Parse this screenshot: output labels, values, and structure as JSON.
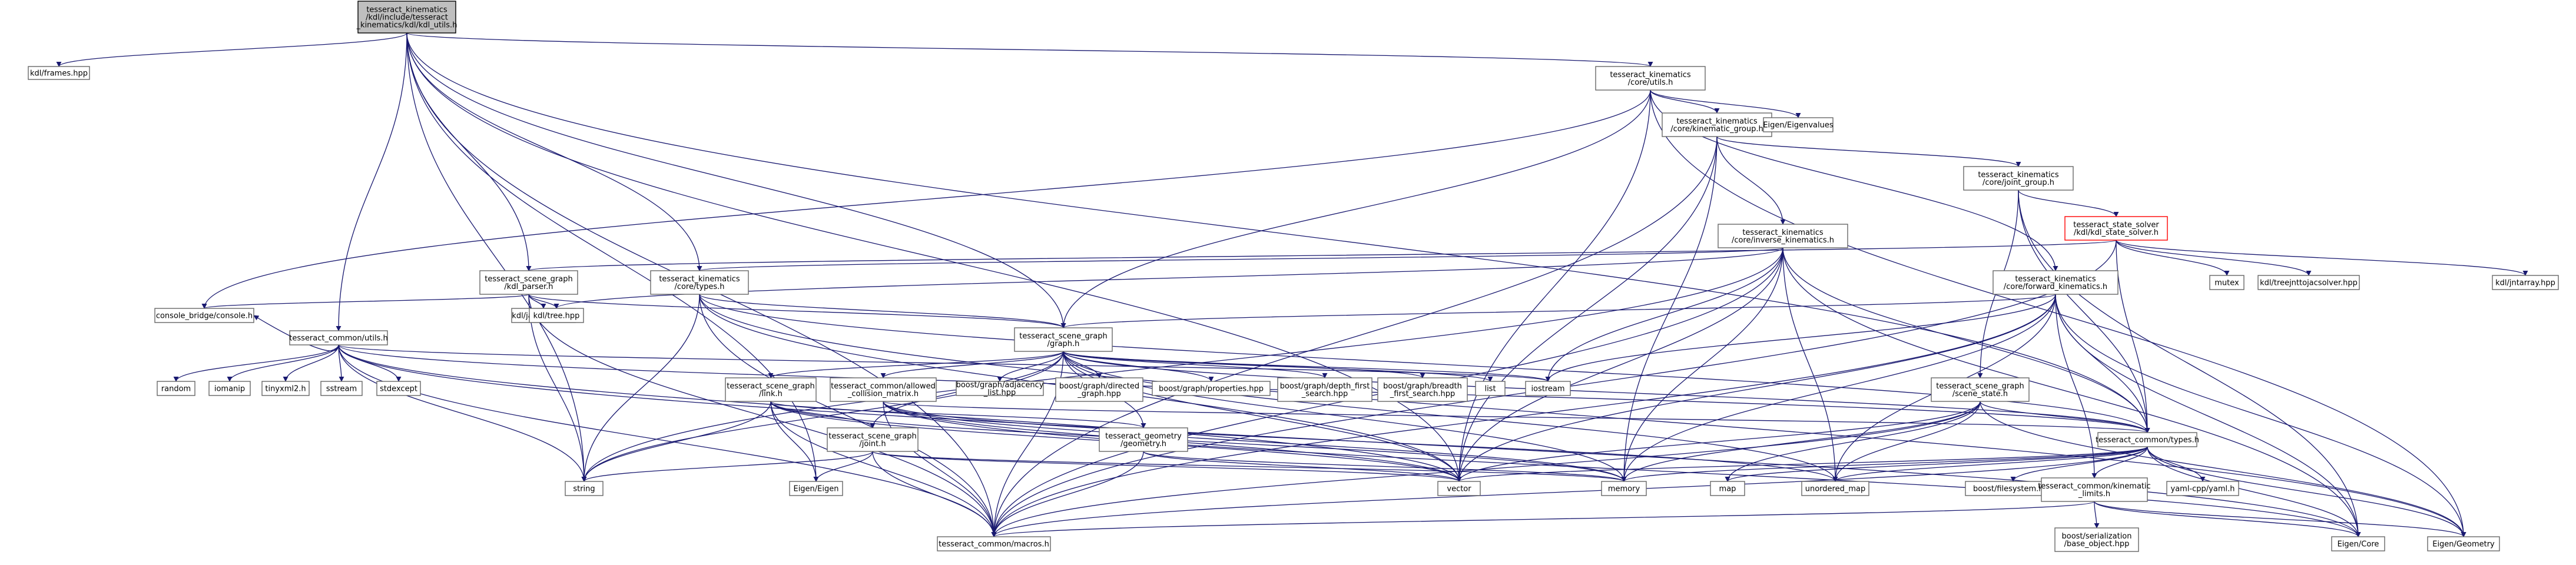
{
  "graph": {
    "edge_color": "#191970",
    "root_fill": "#bfbfbf",
    "nodes": [
      {
        "id": "root",
        "lines": [
          "tesseract_kinematics",
          "/kdl/include/tesseract",
          "_kinematics/kdl/kdl_utils.h"
        ],
        "style": "root"
      },
      {
        "id": "kdl_frames",
        "lines": [
          "kdl/frames.hpp"
        ]
      },
      {
        "id": "core_utils",
        "lines": [
          "tesseract_kinematics",
          "/core/utils.h"
        ]
      },
      {
        "id": "kin_group",
        "lines": [
          "tesseract_kinematics",
          "/core/kinematic_group.h"
        ]
      },
      {
        "id": "eigen_values",
        "lines": [
          "Eigen/Eigenvalues"
        ]
      },
      {
        "id": "joint_group",
        "lines": [
          "tesseract_kinematics",
          "/core/joint_group.h"
        ]
      },
      {
        "id": "kdl_state_solver",
        "lines": [
          "tesseract_state_solver",
          "/kdl/kdl_state_solver.h"
        ],
        "style": "red"
      },
      {
        "id": "inv_kin",
        "lines": [
          "tesseract_kinematics",
          "/core/inverse_kinematics.h"
        ]
      },
      {
        "id": "kdl_parser",
        "lines": [
          "tesseract_scene_graph",
          "/kdl_parser.h"
        ]
      },
      {
        "id": "core_types",
        "lines": [
          "tesseract_kinematics",
          "/core/types.h"
        ]
      },
      {
        "id": "fwd_kin",
        "lines": [
          "tesseract_kinematics",
          "/core/forward_kinematics.h"
        ]
      },
      {
        "id": "mutex",
        "lines": [
          "mutex"
        ]
      },
      {
        "id": "treejnt",
        "lines": [
          "kdl/treejnttojacsolver.hpp"
        ]
      },
      {
        "id": "jntarray",
        "lines": [
          "kdl/jntarray.hpp"
        ]
      },
      {
        "id": "console",
        "lines": [
          "console_bridge/console.h"
        ]
      },
      {
        "id": "jacobian",
        "lines": [
          "kdl/jacobian.hpp"
        ]
      },
      {
        "id": "tree",
        "lines": [
          "kdl/tree.hpp"
        ]
      },
      {
        "id": "common_utils",
        "lines": [
          "tesseract_common/utils.h"
        ]
      },
      {
        "id": "sg_graph",
        "lines": [
          "tesseract_scene_graph",
          "/graph.h"
        ]
      },
      {
        "id": "random",
        "lines": [
          "random"
        ]
      },
      {
        "id": "iomanip",
        "lines": [
          "iomanip"
        ]
      },
      {
        "id": "tinyxml2",
        "lines": [
          "tinyxml2.h"
        ]
      },
      {
        "id": "sstream",
        "lines": [
          "sstream"
        ]
      },
      {
        "id": "stdexcept",
        "lines": [
          "stdexcept"
        ]
      },
      {
        "id": "sg_link",
        "lines": [
          "tesseract_scene_graph",
          "/link.h"
        ]
      },
      {
        "id": "acm",
        "lines": [
          "tesseract_common/allowed",
          "_collision_matrix.h"
        ]
      },
      {
        "id": "adj_list",
        "lines": [
          "boost/graph/adjacency",
          "_list.hpp"
        ]
      },
      {
        "id": "directed_graph",
        "lines": [
          "boost/graph/directed",
          "_graph.hpp"
        ]
      },
      {
        "id": "properties",
        "lines": [
          "boost/graph/properties.hpp"
        ]
      },
      {
        "id": "dfs",
        "lines": [
          "boost/graph/depth_first",
          "_search.hpp"
        ]
      },
      {
        "id": "bfs",
        "lines": [
          "boost/graph/breadth",
          "_first_search.hpp"
        ]
      },
      {
        "id": "list",
        "lines": [
          "list"
        ]
      },
      {
        "id": "iostream",
        "lines": [
          "iostream"
        ]
      },
      {
        "id": "scene_state",
        "lines": [
          "tesseract_scene_graph",
          "/scene_state.h"
        ]
      },
      {
        "id": "sg_joint",
        "lines": [
          "tesseract_scene_graph",
          "/joint.h"
        ]
      },
      {
        "id": "geometry",
        "lines": [
          "tesseract_geometry",
          "/geometry.h"
        ]
      },
      {
        "id": "common_types",
        "lines": [
          "tesseract_common/types.h"
        ]
      },
      {
        "id": "string",
        "lines": [
          "string"
        ]
      },
      {
        "id": "eigen_eigen",
        "lines": [
          "Eigen/Eigen"
        ]
      },
      {
        "id": "vector",
        "lines": [
          "vector"
        ]
      },
      {
        "id": "memory",
        "lines": [
          "memory"
        ]
      },
      {
        "id": "map",
        "lines": [
          "map"
        ]
      },
      {
        "id": "unordered_map",
        "lines": [
          "unordered_map"
        ]
      },
      {
        "id": "boost_fs",
        "lines": [
          "boost/filesystem.hpp"
        ]
      },
      {
        "id": "yaml",
        "lines": [
          "yaml-cpp/yaml.h"
        ]
      },
      {
        "id": "kin_limits",
        "lines": [
          "tesseract_common/kinematic",
          "_limits.h"
        ]
      },
      {
        "id": "boost_ser",
        "lines": [
          "boost/serialization",
          "/base_object.hpp"
        ]
      },
      {
        "id": "macros",
        "lines": [
          "tesseract_common/macros.h"
        ]
      },
      {
        "id": "eigen_core",
        "lines": [
          "Eigen/Core"
        ]
      },
      {
        "id": "eigen_geometry",
        "lines": [
          "Eigen/Geometry"
        ]
      }
    ]
  }
}
